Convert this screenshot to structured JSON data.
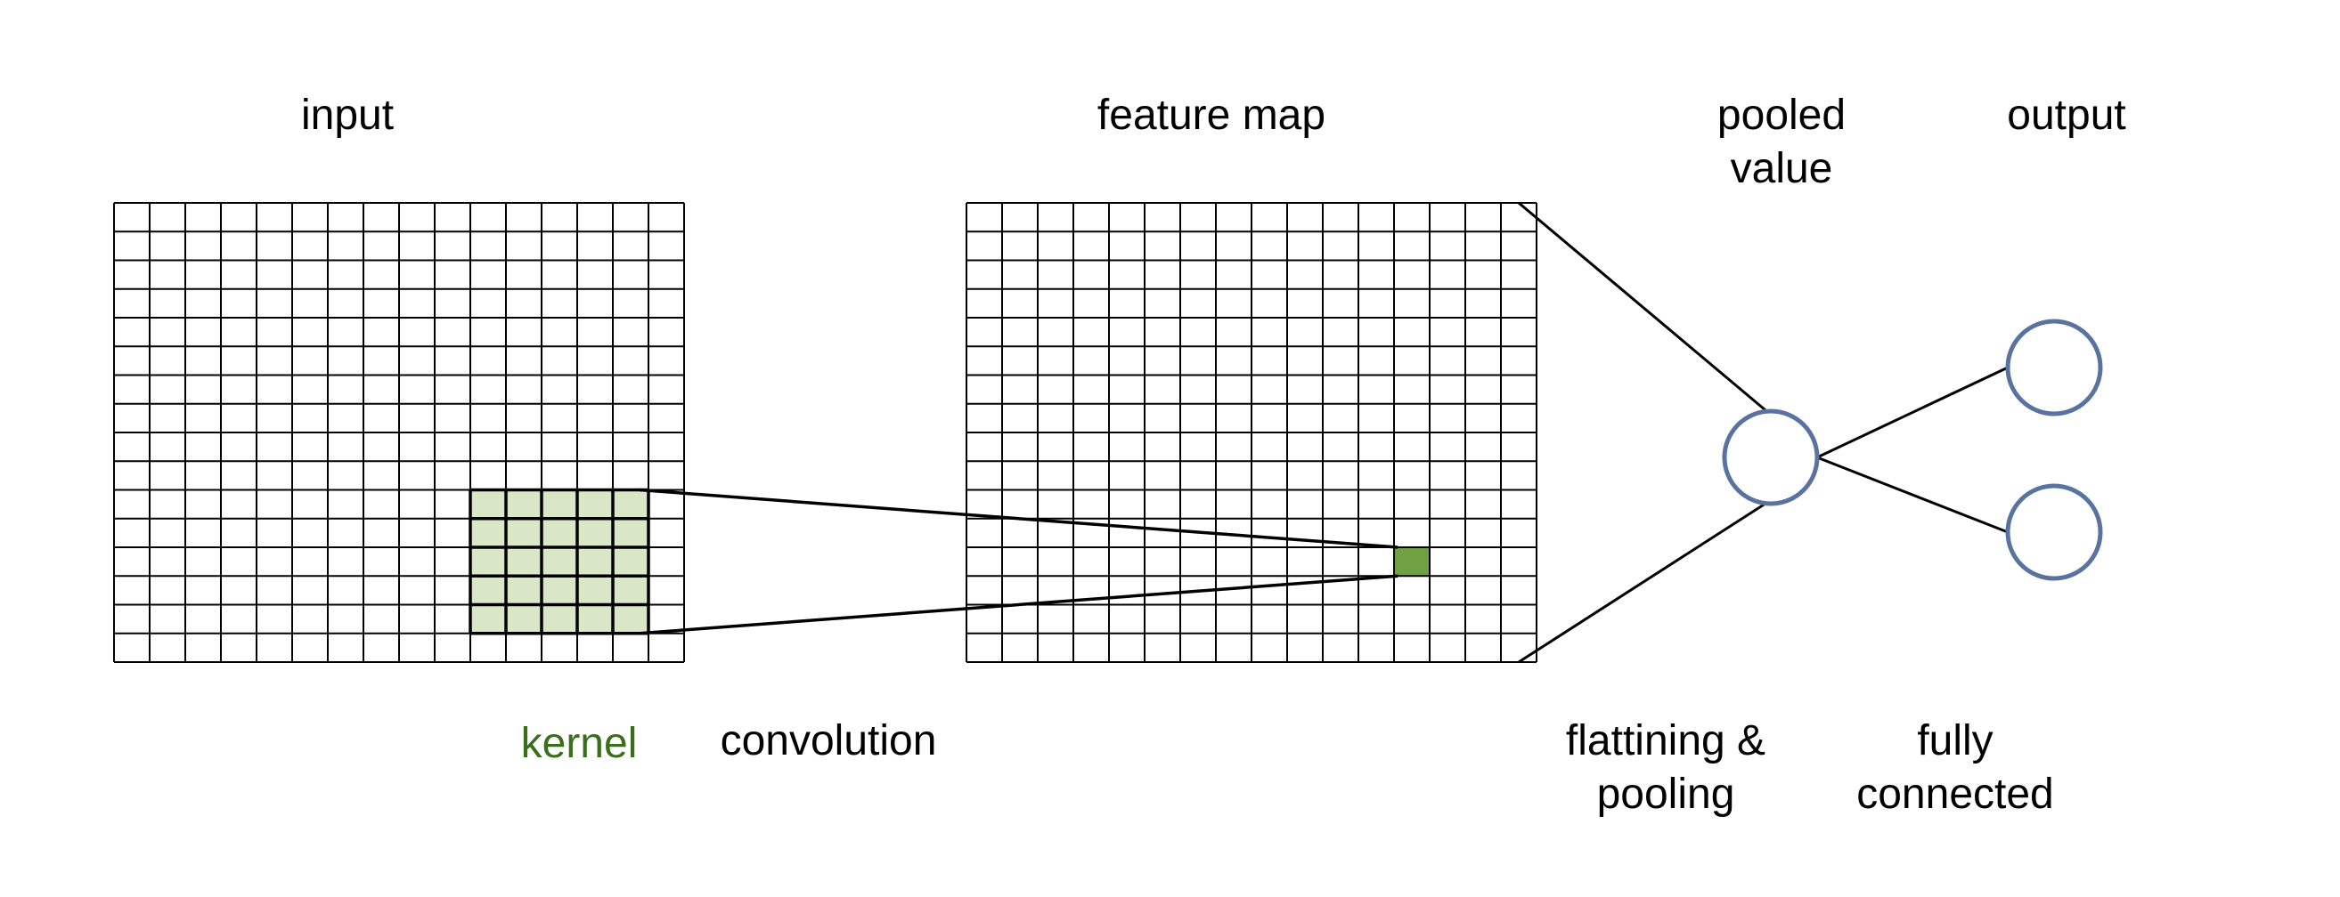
{
  "labels": {
    "input": "input",
    "feature_map": "feature map",
    "pooled_value_line1": "pooled",
    "pooled_value_line2": "value",
    "output": "output",
    "kernel": "kernel",
    "convolution": "convolution",
    "flattening_line1": "flattining &",
    "flattening_line2": "pooling",
    "fully_connected_line1": "fully",
    "fully_connected_line2": "connected"
  },
  "grids": {
    "input": {
      "cols": 16,
      "rows": 16,
      "highlight_kernel": {
        "col_start": 10,
        "row_start": 10,
        "cols": 5,
        "rows": 5
      }
    },
    "feature_map": {
      "cols": 16,
      "rows": 16,
      "highlight_cell": {
        "col": 12,
        "row": 12
      }
    }
  },
  "nodes": {
    "pooled": 1,
    "output": 2
  },
  "colors": {
    "grid_line": "#000000",
    "kernel_fill": "#d9e7c7",
    "feature_cell_fill": "#6fa143",
    "node_stroke": "#5873a0",
    "kernel_text": "#3b6e1a"
  }
}
